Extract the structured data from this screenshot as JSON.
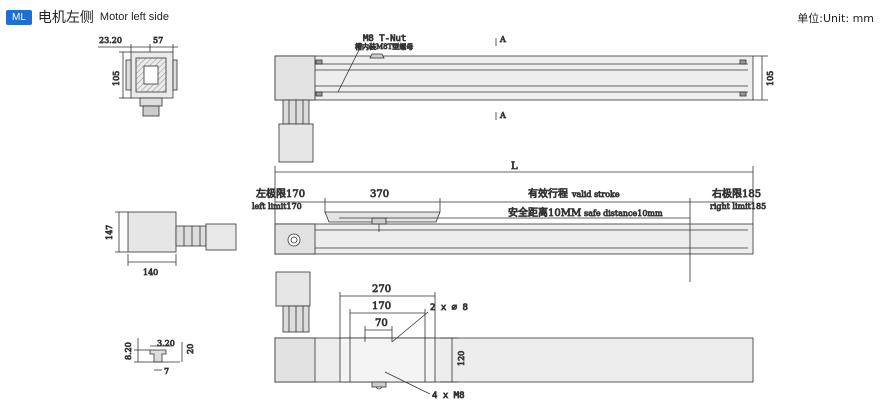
{
  "header": {
    "badge": "ML",
    "title_cn": "电机左侧",
    "title_en": "Motor left side",
    "unit": "单位:Unit: mm"
  },
  "dims": {
    "d23_20": "23.20",
    "d57": "57",
    "d105_left": "105",
    "m8_nut": "M8 T-Nut",
    "m8_nut_cn": "槽内装M8T型螺母",
    "sec_a1": "A",
    "sec_a2": "A",
    "d105_right": "105",
    "d147": "147",
    "d140": "140",
    "L": "L",
    "left_limit_cn": "左极限170",
    "left_limit_en": "left limit170",
    "d370": "370",
    "valid_cn": "有效行程",
    "valid_en": "valid stroke",
    "right_limit_cn": "右极限185",
    "right_limit_en": "right limit185",
    "safe_cn": "安全距离10MM",
    "safe_en": "safe distance10mm",
    "d270": "270",
    "d170": "170",
    "d70": "70",
    "hole": "2 x ∅ 8",
    "d120": "120",
    "m8": "4 x M8",
    "d8_20": "8.20",
    "d3_20": "3.20",
    "d20": "20",
    "d7": "7"
  }
}
